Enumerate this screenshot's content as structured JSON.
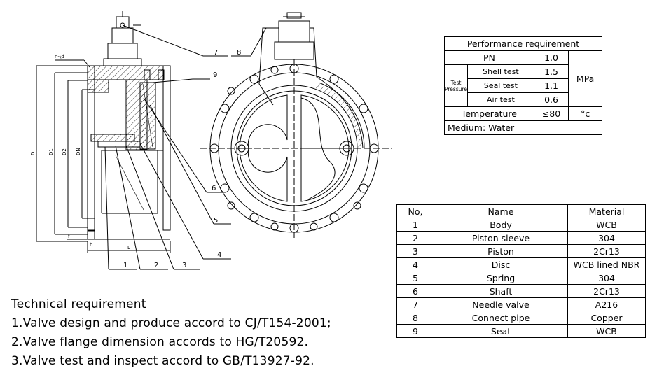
{
  "drawing": {
    "dim_labels": [
      "n-\\d",
      "D",
      "D1",
      "D2",
      "DN",
      "f",
      "b",
      "L"
    ],
    "callouts": [
      "1",
      "2",
      "3",
      "4",
      "5",
      "6",
      "7",
      "8",
      "9"
    ]
  },
  "performance": {
    "title": "Performance requirement",
    "pn_label": "PN",
    "pn_value": "1.0",
    "test_pressure_label_1": "Test",
    "test_pressure_label_2": "Pressure",
    "rows": [
      {
        "name": "Shell test",
        "value": "1.5"
      },
      {
        "name": "Seal test",
        "value": "1.1"
      },
      {
        "name": "Air test",
        "value": "0.6"
      }
    ],
    "unit": "MPa",
    "temperature_label": "Temperature",
    "temperature_value": "≤80",
    "temperature_unit": "°c",
    "medium": "Medium: Water"
  },
  "parts": {
    "headers": [
      "No,",
      "Name",
      "Material"
    ],
    "rows": [
      {
        "no": "1",
        "name": "Body",
        "material": "WCB"
      },
      {
        "no": "2",
        "name": "Piston sleeve",
        "material": "304"
      },
      {
        "no": "3",
        "name": "Piston",
        "material": "2Cr13"
      },
      {
        "no": "4",
        "name": "Disc",
        "material": "WCB lined NBR"
      },
      {
        "no": "5",
        "name": "Spring",
        "material": "304"
      },
      {
        "no": "6",
        "name": "Shaft",
        "material": "2Cr13"
      },
      {
        "no": "7",
        "name": "Needle valve",
        "material": "A216"
      },
      {
        "no": "8",
        "name": "Connect pipe",
        "material": "Copper"
      },
      {
        "no": "9",
        "name": "Seat",
        "material": "WCB"
      }
    ]
  },
  "technical": {
    "title": "Technical requirement",
    "items": [
      "1.Valve design and produce accord to CJ/T154-2001;",
      "2.Valve flange dimension accords to HG/T20592.",
      "3.Valve test and inspect accord to GB/T13927-92."
    ]
  }
}
